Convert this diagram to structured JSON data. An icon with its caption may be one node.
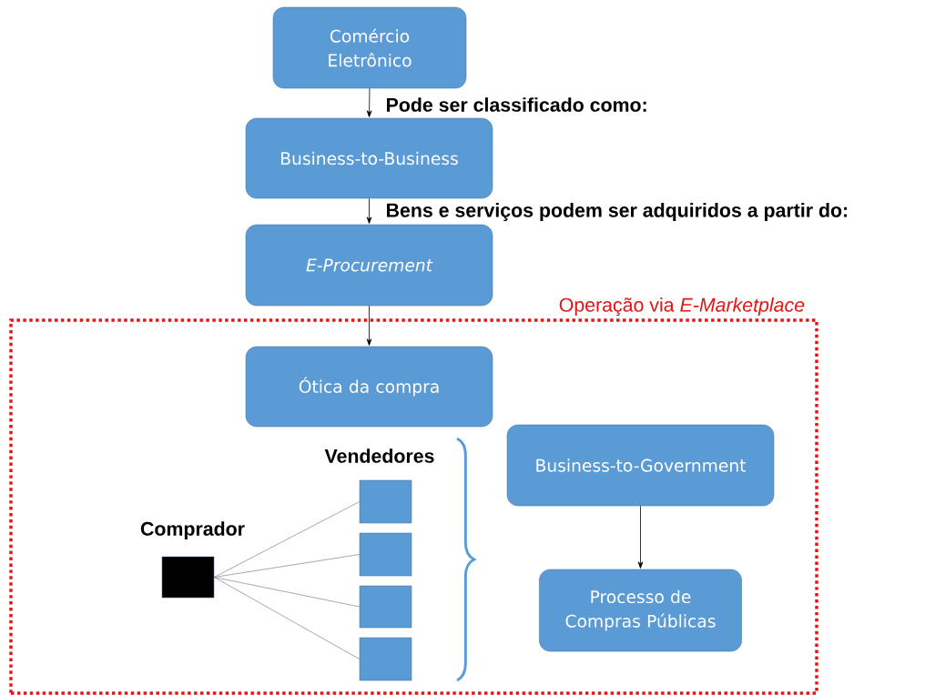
{
  "diagram": {
    "nodes": [
      {
        "text": [
          "Comércio Eletrônico"
        ]
      },
      {
        "text": [
          "Business-to-Business"
        ]
      },
      {
        "text": [
          "E-Procurement"
        ]
      },
      {
        "text": [
          "Operação via *E-Marketplace*"
        ]
      },
      {
        "text": [
          "Ótica da compra"
        ],
        "in": 3
      },
      {
        "text": [
          "Comprador"
        ],
        "in": 3
      },
      {
        "text": [],
        "shape": "box",
        "in": 3
      },
      {
        "text": [],
        "shape": "box",
        "in": 3
      },
      {
        "text": [],
        "shape": "box",
        "in": 3
      },
      {
        "text": [],
        "shape": "box",
        "in": 3
      },
      {
        "text": [
          "Business-to-Government"
        ],
        "in": 3
      },
      {
        "text": [
          "Processo de Compras Públicas"
        ],
        "in": 3
      }
    ],
    "edges": [
      {
        "from": 0,
        "to": 1,
        "arrow": "to",
        "label": "Pode ser classificado como:"
      },
      {
        "from": 1,
        "to": 2,
        "arrow": "to",
        "label": "Bens e serviços podem ser adquiridos a partir do:"
      },
      {
        "from": 2,
        "to": 4,
        "arrow": "to"
      },
      {
        "from": 5,
        "to": 6,
        "arrow": "none"
      },
      {
        "from": 5,
        "to": 7,
        "arrow": "none"
      },
      {
        "from": 5,
        "to": 8,
        "arrow": "none"
      },
      {
        "from": 5,
        "to": 9,
        "arrow": "none"
      },
      {
        "from": 10,
        "to": 11,
        "arrow": "to"
      }
    ],
    "labels": [
      "Vendedores"
    ]
  }
}
